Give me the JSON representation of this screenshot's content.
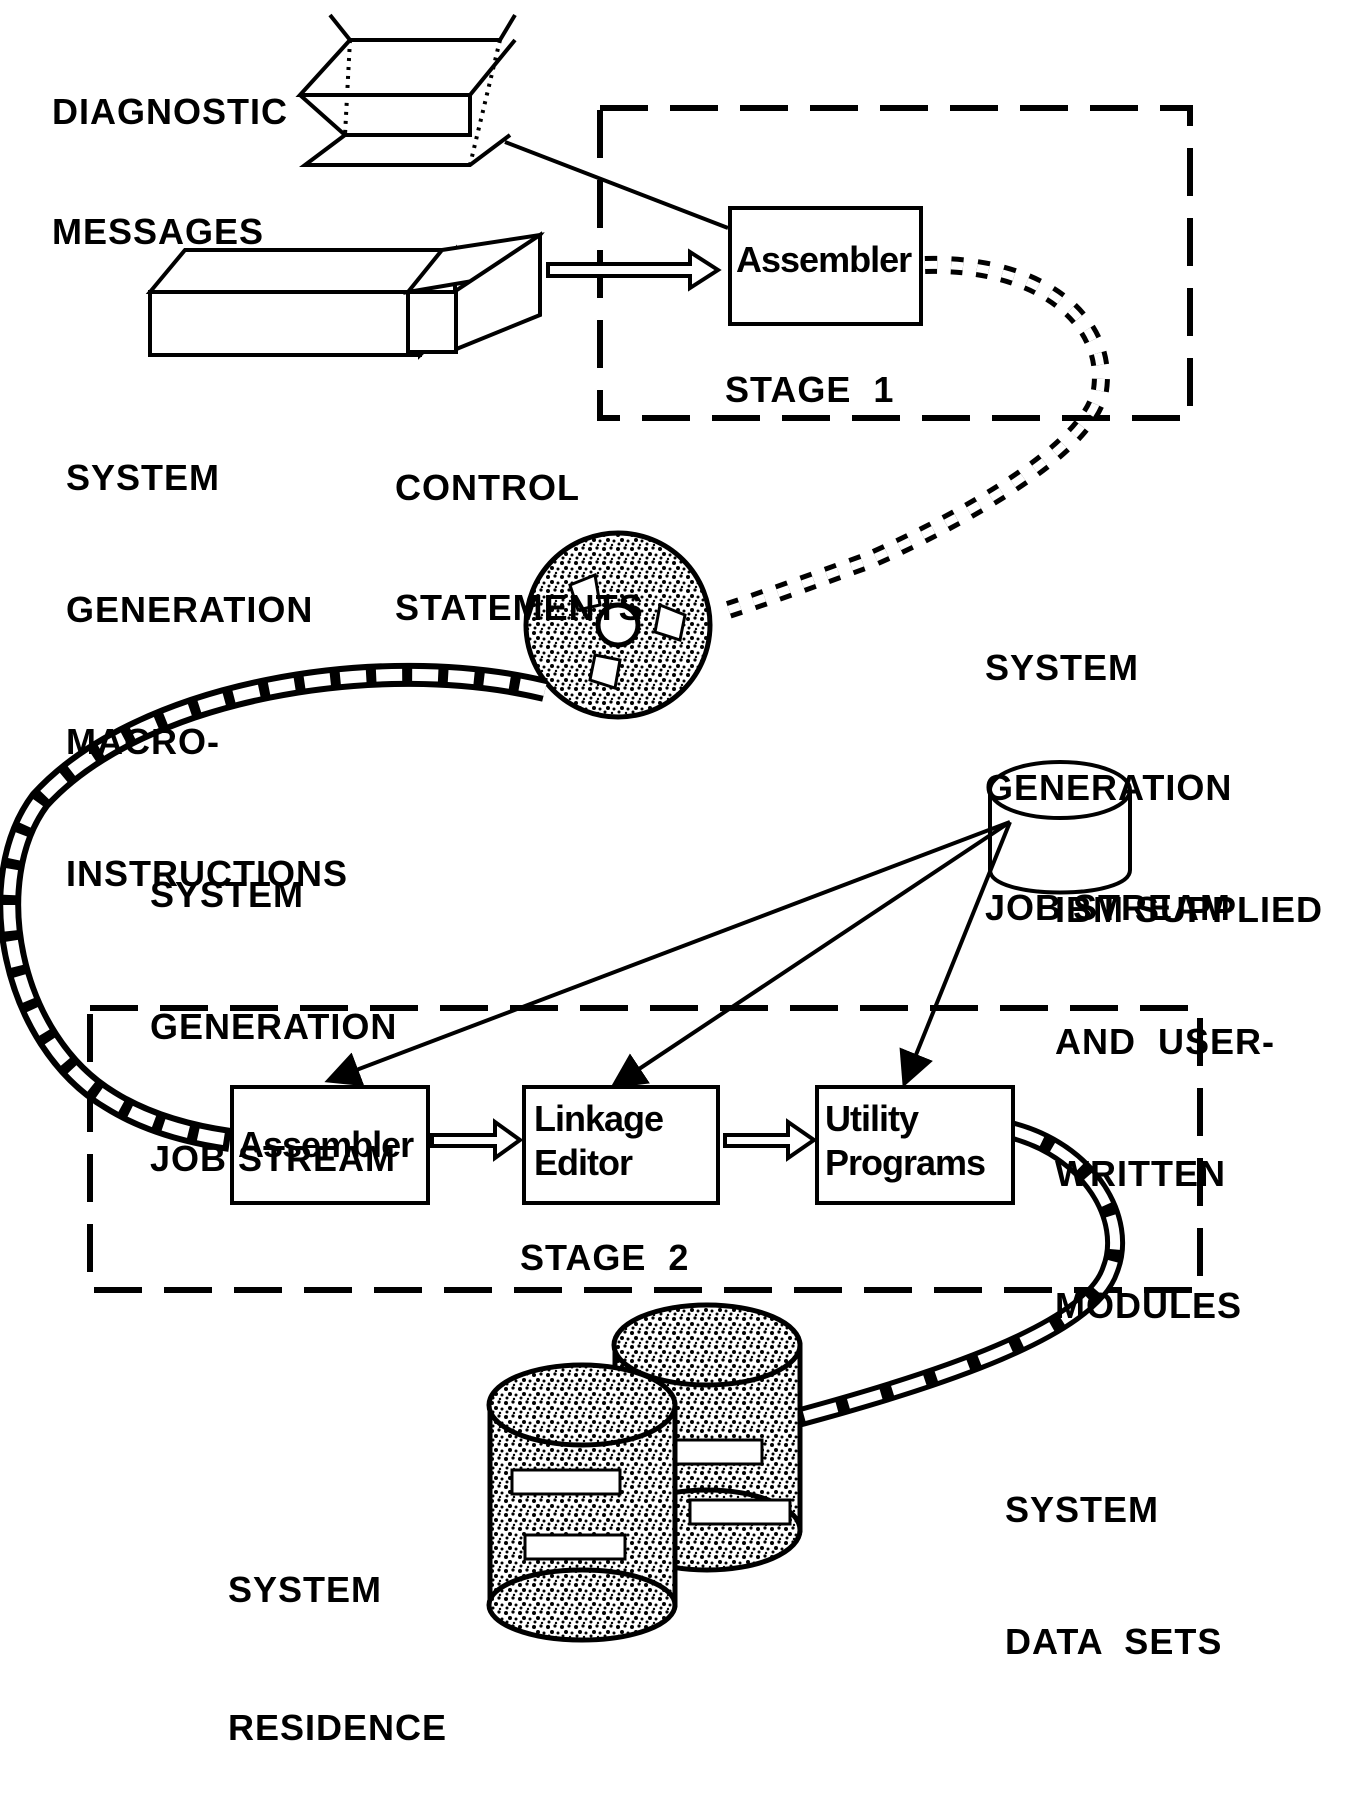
{
  "labels": {
    "diagnostic": [
      "DIAGNOSTIC",
      "MESSAGES"
    ],
    "macro": [
      "SYSTEM",
      "GENERATION",
      "MACRO-",
      "INSTRUCTIONS"
    ],
    "control": [
      "CONTROL",
      "STATEMENTS"
    ],
    "stage1": "STAGE  1",
    "stage2": "STAGE  2",
    "jobstream_right": [
      "SYSTEM",
      "GENERATION",
      "JOB STREAM"
    ],
    "jobstream_left": [
      "SYSTEM",
      "GENERATION",
      "JOB STREAM"
    ],
    "ibm_modules": [
      "IBM SUPPLIED",
      "AND  USER-",
      "WRITTEN",
      "MODULES"
    ],
    "data_sets": [
      "SYSTEM",
      "DATA  SETS"
    ],
    "residence": [
      "SYSTEM",
      "RESIDENCE"
    ]
  },
  "boxes": {
    "assembler1": [
      "Assembler"
    ],
    "assembler2": [
      "Assembler"
    ],
    "linkage": [
      "Linkage",
      "Editor"
    ],
    "utility": [
      "Utility",
      "Programs"
    ]
  },
  "colors": {
    "ink": "#000000",
    "paper": "#ffffff"
  }
}
